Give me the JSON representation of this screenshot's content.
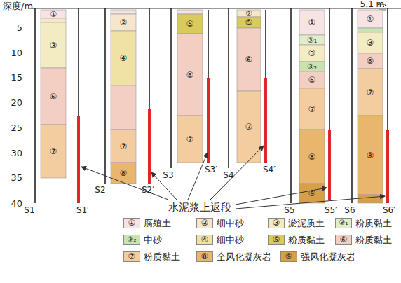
{
  "diagram": {
    "labels": [
      "深度/m",
      "5",
      "10",
      "15",
      "20",
      "25",
      "30",
      "35",
      "40",
      "5.1 m",
      "①",
      "③",
      "⑥",
      "⑦",
      "②",
      "④",
      "⑦",
      "⑧",
      "⑤",
      "⑥",
      "⑦",
      "②",
      "⑤",
      "⑥",
      "⑦",
      "①",
      "③₁",
      "③",
      "③₂",
      "⑥",
      "⑦",
      "⑧",
      "⑨",
      "①",
      "③",
      "⑥",
      "⑦",
      "⑧",
      "S1",
      "S1′",
      "S2",
      "S2′",
      "S3",
      "S3′",
      "S4",
      "S4′",
      "S5",
      "S5′",
      "S6",
      "S6′",
      "水泥浆上返段",
      "①",
      "②",
      "③",
      "③₁",
      "③₂",
      "④",
      "⑤",
      "⑥",
      "⑦",
      "⑧",
      "⑨"
    ],
    "legend": [
      {
        "text": "腐殖土",
        "color": "#f7e3e3"
      },
      {
        "text": "细中砂",
        "color": "#f6e6cd"
      },
      {
        "text": "淤泥质土",
        "color": "#f3ebc2"
      },
      {
        "text": "粉质黏土",
        "color": "#e4edcb"
      },
      {
        "text": "中砂",
        "color": "#c9e2b1"
      },
      {
        "text": "细中砂",
        "color": "#efe2a4"
      },
      {
        "text": "粉质黏土",
        "color": "#d8cb5c"
      },
      {
        "text": "粉质黏土",
        "color": "#f3cec2"
      },
      {
        "text": "粉质黏土",
        "color": "#f3cca0"
      },
      {
        "text": "全风化凝灰岩",
        "color": "#e8b66c"
      },
      {
        "text": "强风化凝灰岩",
        "color": "#d69f4a"
      }
    ]
  }
}
